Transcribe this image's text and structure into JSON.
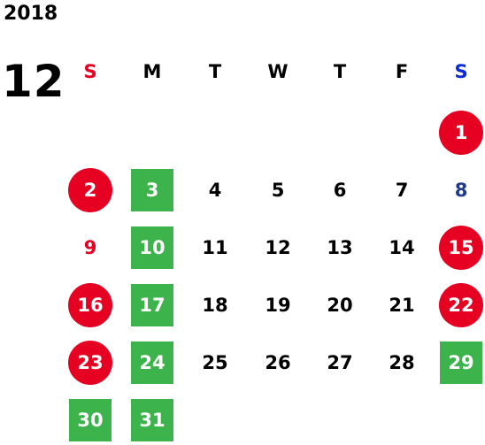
{
  "calendar": {
    "year": "2018",
    "month": "12",
    "weekdays": [
      {
        "label": "S",
        "color": "#e60021"
      },
      {
        "label": "M",
        "color": "#000000"
      },
      {
        "label": "T",
        "color": "#000000"
      },
      {
        "label": "W",
        "color": "#000000"
      },
      {
        "label": "T",
        "color": "#000000"
      },
      {
        "label": "F",
        "color": "#000000"
      },
      {
        "label": "S",
        "color": "#0b2bd6"
      }
    ],
    "style_colors": {
      "holiday_circle": "#e60021",
      "closed_box": "#3cb44b",
      "sunday_text": "#e60021",
      "saturday_text": "#1f3a8a",
      "default_text": "#000000"
    },
    "days": [
      {
        "day": "1",
        "weekday": 6,
        "week": 0,
        "mark": "holiday"
      },
      {
        "day": "2",
        "weekday": 0,
        "week": 1,
        "mark": "holiday"
      },
      {
        "day": "3",
        "weekday": 1,
        "week": 1,
        "mark": "closed"
      },
      {
        "day": "4",
        "weekday": 2,
        "week": 1,
        "mark": "none"
      },
      {
        "day": "5",
        "weekday": 3,
        "week": 1,
        "mark": "none"
      },
      {
        "day": "6",
        "weekday": 4,
        "week": 1,
        "mark": "none"
      },
      {
        "day": "7",
        "weekday": 5,
        "week": 1,
        "mark": "none"
      },
      {
        "day": "8",
        "weekday": 6,
        "week": 1,
        "mark": "saturday"
      },
      {
        "day": "9",
        "weekday": 0,
        "week": 2,
        "mark": "sunday"
      },
      {
        "day": "10",
        "weekday": 1,
        "week": 2,
        "mark": "closed"
      },
      {
        "day": "11",
        "weekday": 2,
        "week": 2,
        "mark": "none"
      },
      {
        "day": "12",
        "weekday": 3,
        "week": 2,
        "mark": "none"
      },
      {
        "day": "13",
        "weekday": 4,
        "week": 2,
        "mark": "none"
      },
      {
        "day": "14",
        "weekday": 5,
        "week": 2,
        "mark": "none"
      },
      {
        "day": "15",
        "weekday": 6,
        "week": 2,
        "mark": "holiday"
      },
      {
        "day": "16",
        "weekday": 0,
        "week": 3,
        "mark": "holiday"
      },
      {
        "day": "17",
        "weekday": 1,
        "week": 3,
        "mark": "closed"
      },
      {
        "day": "18",
        "weekday": 2,
        "week": 3,
        "mark": "none"
      },
      {
        "day": "19",
        "weekday": 3,
        "week": 3,
        "mark": "none"
      },
      {
        "day": "20",
        "weekday": 4,
        "week": 3,
        "mark": "none"
      },
      {
        "day": "21",
        "weekday": 5,
        "week": 3,
        "mark": "none"
      },
      {
        "day": "22",
        "weekday": 6,
        "week": 3,
        "mark": "holiday"
      },
      {
        "day": "23",
        "weekday": 0,
        "week": 4,
        "mark": "holiday"
      },
      {
        "day": "24",
        "weekday": 1,
        "week": 4,
        "mark": "closed"
      },
      {
        "day": "25",
        "weekday": 2,
        "week": 4,
        "mark": "none"
      },
      {
        "day": "26",
        "weekday": 3,
        "week": 4,
        "mark": "none"
      },
      {
        "day": "27",
        "weekday": 4,
        "week": 4,
        "mark": "none"
      },
      {
        "day": "28",
        "weekday": 5,
        "week": 4,
        "mark": "none"
      },
      {
        "day": "29",
        "weekday": 6,
        "week": 4,
        "mark": "closed"
      },
      {
        "day": "30",
        "weekday": 0,
        "week": 5,
        "mark": "closed"
      },
      {
        "day": "31",
        "weekday": 1,
        "week": 5,
        "mark": "closed"
      }
    ]
  }
}
